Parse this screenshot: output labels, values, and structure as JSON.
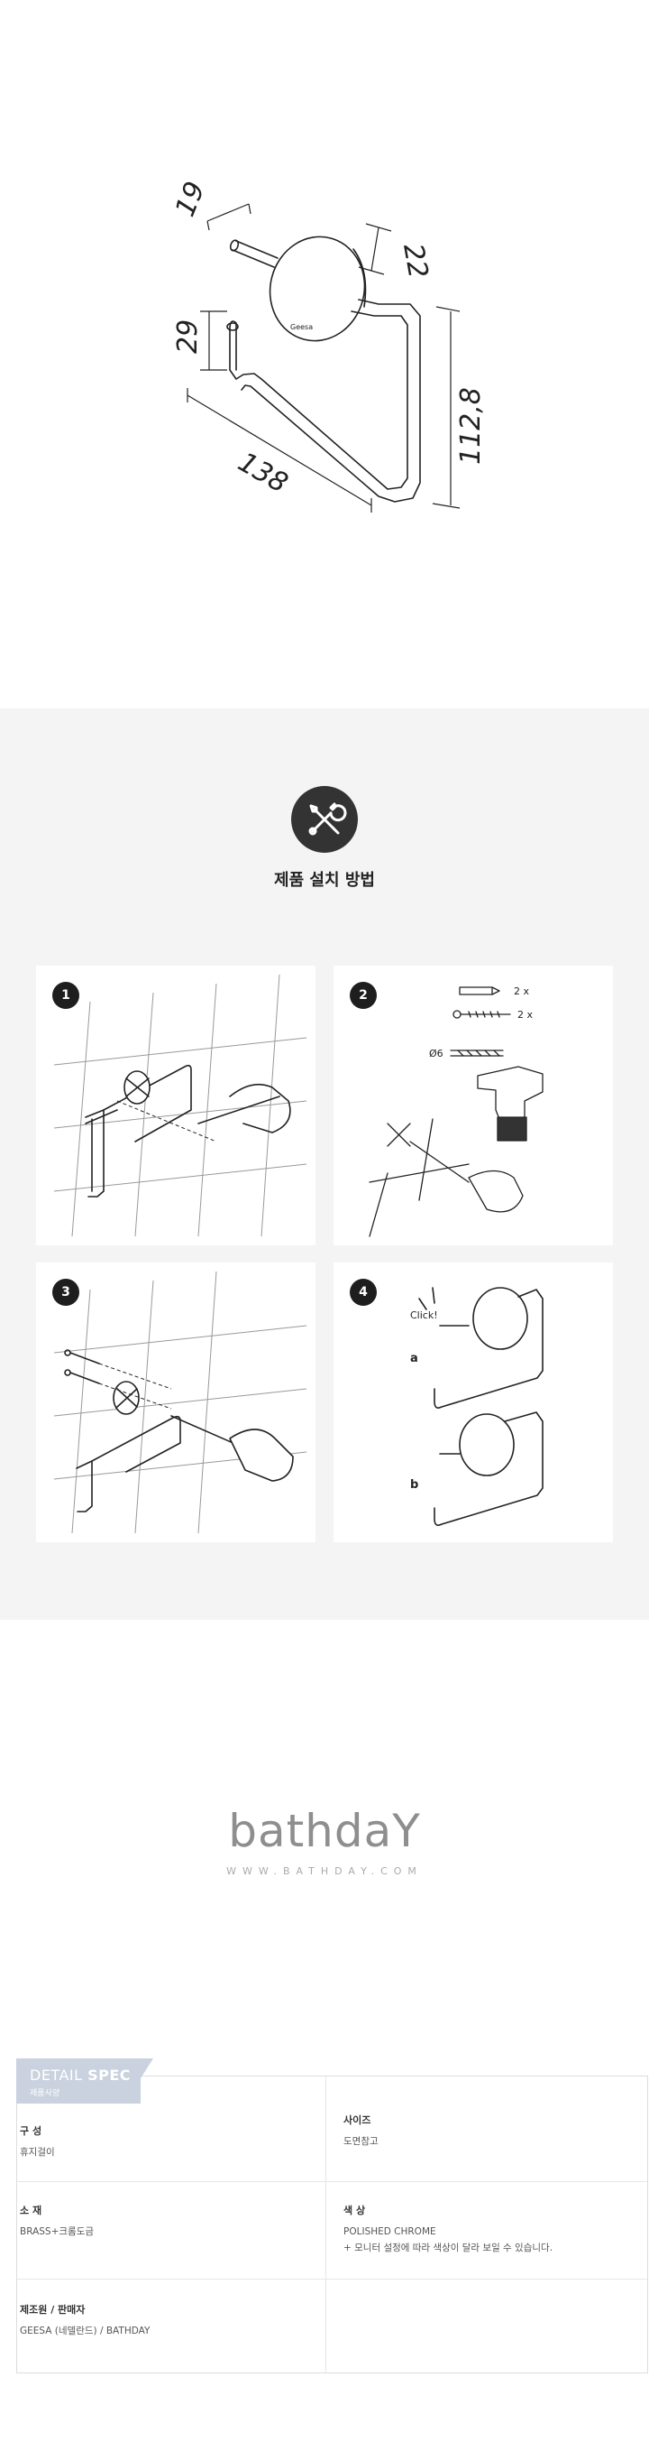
{
  "dimensions": {
    "d1": "19",
    "d2": "22",
    "d3": "29",
    "d4": "138",
    "d5": "112,8",
    "brand_mark": "Geesa"
  },
  "install": {
    "icon": "wrench-screwdriver-icon",
    "title": "제품 설치 방법",
    "steps": [
      {
        "number": "1"
      },
      {
        "number": "2",
        "qty_1": "2 x",
        "qty_2": "2 x",
        "drill_size": "Ø6"
      },
      {
        "number": "3"
      },
      {
        "number": "4",
        "click": "Click!",
        "label_a": "a",
        "label_b": "b"
      }
    ]
  },
  "logo": {
    "name": "bathdaY",
    "url": "WWW.BATHDAY.COM"
  },
  "spec": {
    "tab_title_light": "DETAIL ",
    "tab_title_bold": "SPEC",
    "tab_subtitle": "제품사양",
    "rows": [
      {
        "key": "구 성",
        "value": "휴지걸이"
      },
      {
        "key": "사이즈",
        "value": "도면참고"
      },
      {
        "key": "소 재",
        "value": "BRASS+크롬도금"
      },
      {
        "key": "색 상",
        "value": "POLISHED CHROME",
        "note": "+ 모니터 설정에 따라 색상이 달라 보일 수 있습니다."
      },
      {
        "key": "제조원 / 판매자",
        "value": "GEESA (네델란드) / BATHDAY"
      }
    ]
  },
  "colors": {
    "section_bg": "#f4f4f4",
    "badge": "#333333",
    "spec_tab": "#c9d2de",
    "logo": "#8e8e8e"
  }
}
